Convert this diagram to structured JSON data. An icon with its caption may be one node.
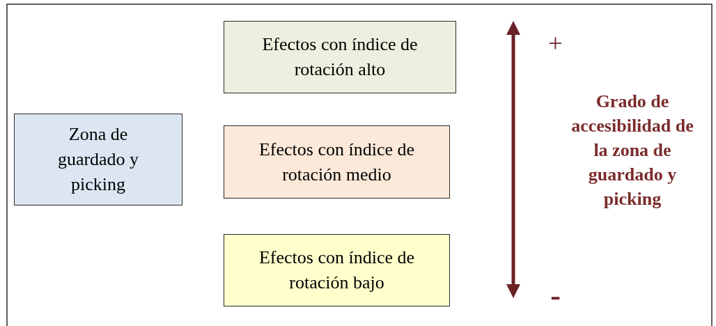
{
  "diagram": {
    "nodes": [
      {
        "text": [
          "Zona de guardado y picking"
        ]
      },
      {
        "text": [
          "Efectos con índice de rotación alto"
        ]
      },
      {
        "text": [
          "Efectos con índice de rotación medio"
        ]
      },
      {
        "text": [
          "Efectos con índice de rotación bajo"
        ]
      }
    ],
    "labels": [
      "+",
      "Grado de accesibilidad de la zona de guardado y picking",
      "-"
    ]
  }
}
